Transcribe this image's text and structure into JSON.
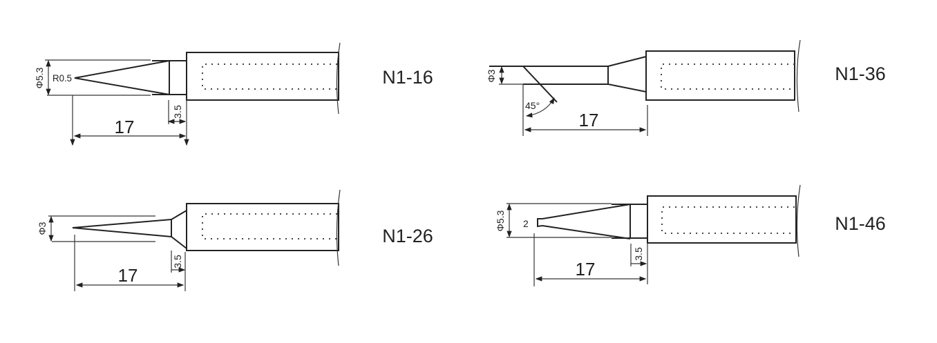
{
  "tips": [
    {
      "model": "N1-16",
      "diameter": "Φ5.3",
      "radius": "R0.5",
      "length": "17",
      "shoulder": "3.5"
    },
    {
      "model": "N1-26",
      "diameter": "Φ3",
      "length": "17",
      "shoulder": "3.5"
    },
    {
      "model": "N1-36",
      "diameter": "Φ3",
      "angle": "45°",
      "length": "17"
    },
    {
      "model": "N1-46",
      "diameter": "Φ5.3",
      "tip_width": "2",
      "length": "17",
      "shoulder": "3.5"
    }
  ]
}
